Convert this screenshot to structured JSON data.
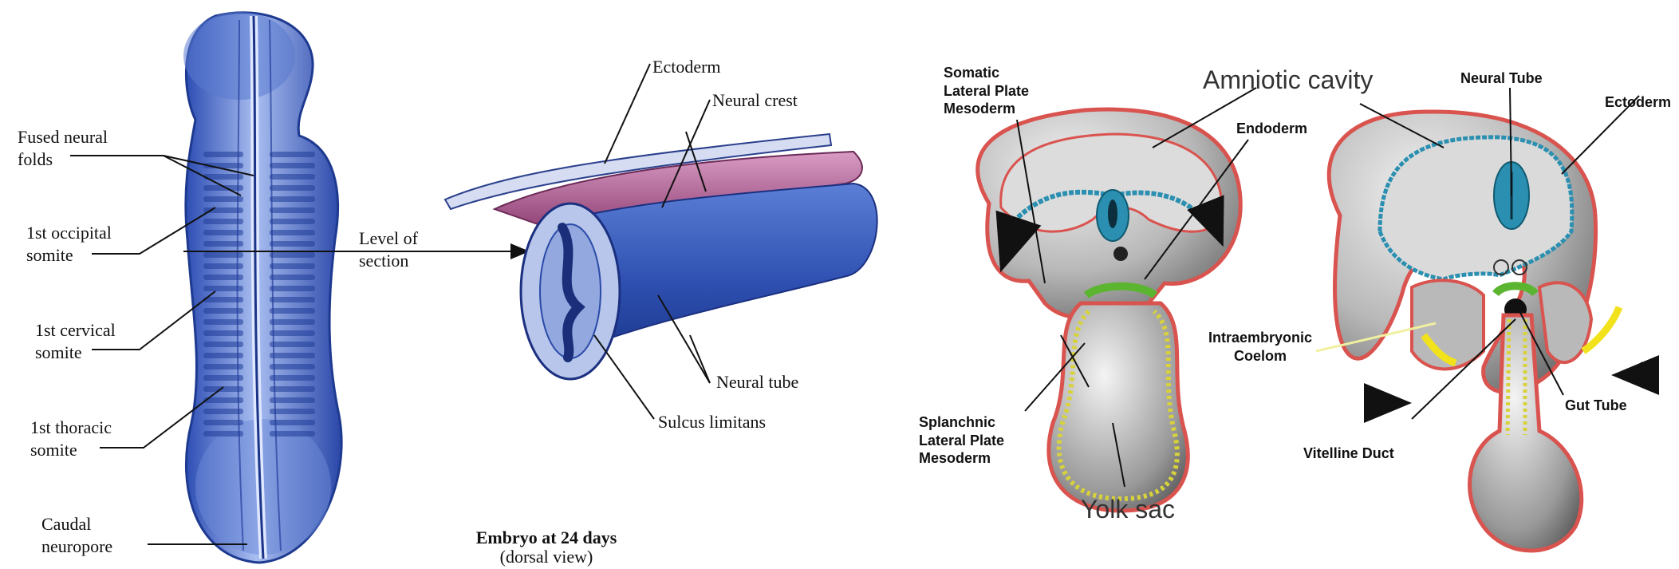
{
  "left_panel": {
    "labels": {
      "fused_neural_folds": "Fused neural\nfolds",
      "first_occipital_somite": "1st occipital\nsomite",
      "level_of_section": "Level of\nsection",
      "first_cervical_somite": "1st cervical\nsomite",
      "first_thoracic_somite": "1st thoracic\nsomite",
      "caudal_neuropore": "Caudal\nneuropore",
      "ectoderm": "Ectoderm",
      "neural_crest": "Neural crest",
      "neural_tube": "Neural tube",
      "sulcus_limitans": "Sulcus limitans"
    },
    "caption": {
      "title": "Embryo at 24 days",
      "subtitle": "(dorsal view)"
    }
  },
  "right_panel": {
    "labels": {
      "somatic_lateral_plate_mesoderm": "Somatic\nLateral Plate\nMesoderm",
      "amniotic_cavity": "Amniotic cavity",
      "endoderm": "Endoderm",
      "neural_tube": "Neural Tube",
      "ectoderm": "Ectoderm",
      "intraembryonic_coelom": "Intraembryonic\nCoelom",
      "gut_tube": "Gut Tube",
      "vitelline_duct": "Vitelline Duct",
      "splanchnic_lateral_plate_mesoderm": "Splanchnic\nLateral Plate\nMesoderm",
      "yolk_sac": "Yolk sac"
    }
  },
  "colors": {
    "embryo_blue": "#3f63c4",
    "embryo_light": "#9fb6ee",
    "neural_crest_pink": "#b5679a",
    "amnion_red": "#d9534f",
    "neural_blue": "#2a8fb0",
    "endoderm_green": "#5cb531",
    "yolk_yellow": "#d8d23a",
    "arrow_yellow": "#f2e21c"
  }
}
